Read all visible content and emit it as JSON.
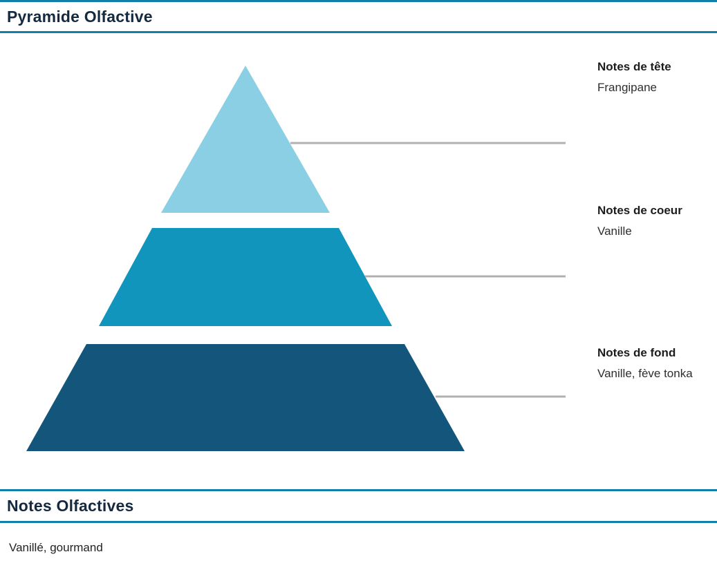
{
  "sections": {
    "pyramid_title": "Pyramide Olfactive",
    "notes_title": "Notes Olfactives",
    "notes_description": "Vanillé, gourmand"
  },
  "pyramid": {
    "levels": [
      {
        "name": "Notes de tête",
        "notes": "Frangipane",
        "color": "#8acfe3"
      },
      {
        "name": "Notes de coeur",
        "notes": "Vanille",
        "color": "#1295bd"
      },
      {
        "name": "Notes de fond",
        "notes": "Vanille, fève tonka",
        "color": "#14567b"
      }
    ]
  },
  "colors": {
    "section_rule": "#117fa9",
    "connector_line": "#b1b1b1",
    "heading_text": "#152a3f"
  }
}
